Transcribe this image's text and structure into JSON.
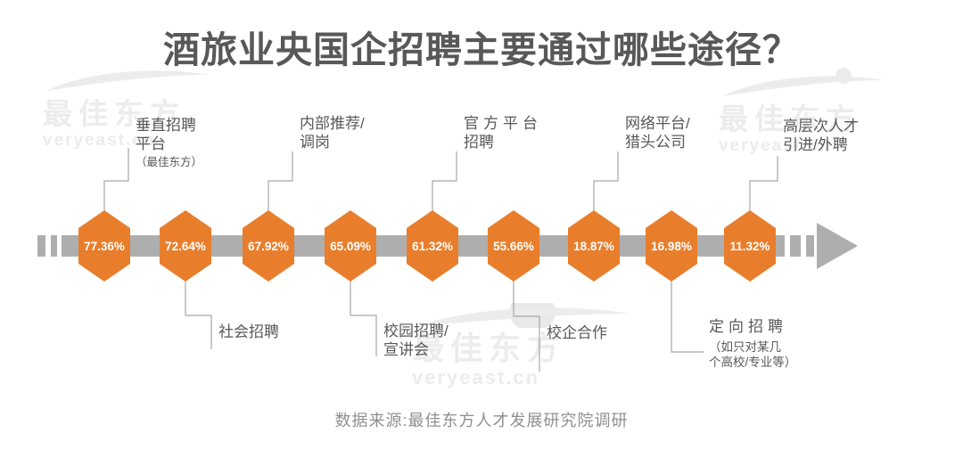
{
  "title": "酒旅业央国企招聘主要通过哪些途径？",
  "source": "数据来源:最佳东方人才发展研究院调研",
  "watermark": {
    "name": "最佳东方",
    "domain": "veryeast.cn"
  },
  "colors": {
    "hexagon_orange": "#E87E2C",
    "arrow_gray": "#AEAEAE",
    "title_gray": "#58585A",
    "label_gray": "#5A5858",
    "watermark_gray": "#ECECEC"
  },
  "chart_data": {
    "type": "bar",
    "variant": "hexagon-arrow-timeline",
    "title": "酒旅业央国企招聘主要通过哪些途径？",
    "unit": "%",
    "categories": [
      "垂直招聘平台（最佳东方）",
      "社会招聘",
      "内部推荐/调岗",
      "校园招聘/宣讲会",
      "官方平台招聘",
      "校企合作",
      "网络平台/猎头公司",
      "定向招聘（如只对某几个高校/专业等）",
      "高层次人才引进/外聘"
    ],
    "values": [
      77.36,
      72.64,
      67.92,
      65.09,
      61.32,
      55.66,
      18.87,
      16.98,
      11.32
    ],
    "source": "数据来源:最佳东方人才发展研究院调研"
  },
  "channels": [
    {
      "value": "77.36%",
      "name": "垂直招聘平台（最佳东方）",
      "side": "top",
      "lines": [
        "垂直招聘",
        "平台"
      ],
      "sub": "（最佳东方）"
    },
    {
      "value": "72.64%",
      "name": "社会招聘",
      "side": "bottom",
      "lines": [
        "社会招聘"
      ]
    },
    {
      "value": "67.92%",
      "name": "内部推荐/调岗",
      "side": "top",
      "lines": [
        "内部推荐/",
        "调岗"
      ]
    },
    {
      "value": "65.09%",
      "name": "校园招聘/宣讲会",
      "side": "bottom",
      "lines": [
        "校园招聘/",
        "宣讲会"
      ]
    },
    {
      "value": "61.32%",
      "name": "官方平台招聘",
      "side": "top",
      "lines": [
        "官方平台",
        "招聘"
      ]
    },
    {
      "value": "55.66%",
      "name": "校企合作",
      "side": "bottom",
      "lines": [
        "校企合作"
      ]
    },
    {
      "value": "18.87%",
      "name": "网络平台/猎头公司",
      "side": "top",
      "lines": [
        "网络平台/",
        "猎头公司"
      ]
    },
    {
      "value": "16.98%",
      "name": "定向招聘（如只对某几个高校/专业等）",
      "side": "bottom",
      "lines": [
        "定向招聘"
      ],
      "sub_lines": [
        "（如只对某几",
        "个高校/专业等）"
      ]
    },
    {
      "value": "11.32%",
      "name": "高层次人才引进/外聘",
      "side": "top",
      "lines": [
        "高层次人才",
        "引进/外聘"
      ]
    }
  ]
}
